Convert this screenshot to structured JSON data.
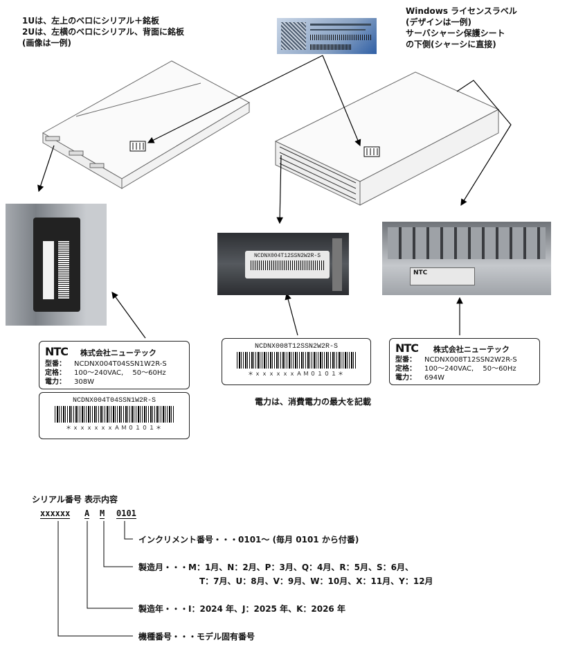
{
  "notes": {
    "left": [
      "1Uは、左上のベロにシリアル＋銘板",
      "2Uは、左横のベロにシリアル、背面に銘板",
      "(画像は一例)"
    ],
    "right": [
      "Windows ライセンスラベル",
      "(デザインは一例)",
      "サーバシャーシ保護シート",
      "の下側(シャーシに直接)"
    ],
    "power": "電力は、消費電力の最大を記載"
  },
  "labels": {
    "company": "株式会社ニューテック",
    "logo": "NTC",
    "model_key": "型番：",
    "rating_key": "定格：",
    "power_key": "電力：",
    "rating_value": "100～240VAC,　 50～60Hz",
    "label_1u": {
      "model": "NCDNX004T04SSN1W2R-S",
      "power": "308W"
    },
    "label_2u": {
      "model": "NCDNX008T12SSN2W2R-S",
      "power": "694W"
    }
  },
  "barcodes": {
    "bc_1u": {
      "model": "NCDNX004T04SSN1W2R-S",
      "serial": "＊ｘｘｘｘｘｘＡＭ０１０１＊"
    },
    "bc_2u": {
      "model": "NCDNX008T12SSN2W2R-S",
      "serial": "＊ｘｘｘｘｘｘＡＭ０１０１＊"
    }
  },
  "photos": {
    "tag_text": "NCDNX004T12SSN2W2R-S"
  },
  "serial": {
    "title": "シリアル番号 表示内容",
    "segments": [
      "xxxxxx",
      "A",
      "M",
      "0101"
    ],
    "desc_increment": "インクリメント番号・・・0101～ (毎月 0101 から付番)",
    "desc_month_1": "製造月・・・M：1月、N：2月、P：3月、Q：4月、R：5月、S：6月、",
    "desc_month_2": "T：7月、U：8月、V：9月、W：10月、X：11月、Y：12月",
    "desc_year": "製造年・・・I：2024 年、J：2025 年、K：2026 年",
    "desc_model": "機種番号・・・モデル固有番号"
  },
  "colors": {
    "photo_dark": "#3a3a3a",
    "photo_metal": "#b9bcc0",
    "label_bg": "#ffffff"
  }
}
